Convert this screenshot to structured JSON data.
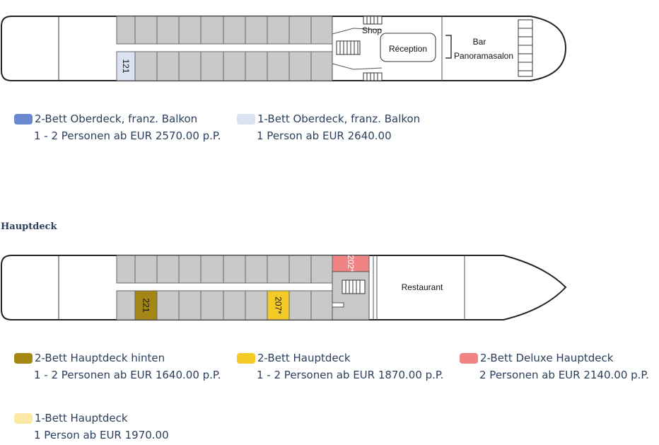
{
  "decks": {
    "upper": {
      "cabins": {
        "top": [
          "",
          "",
          "",
          "",
          "",
          "",
          "",
          "",
          "",
          ""
        ],
        "bottom": [
          "121",
          "",
          "",
          "",
          "",
          "",
          "",
          "",
          "",
          ""
        ]
      },
      "labels": {
        "shop": "Shop",
        "reception": "Réception",
        "bar": "Bar",
        "panorama": "Panoramasalon"
      }
    },
    "main": {
      "title": "Hauptdeck",
      "cabins": {
        "top": [
          "",
          "",
          "",
          "",
          "",
          "",
          "",
          "",
          "",
          "",
          "202*"
        ],
        "bottom": [
          "",
          "221",
          "",
          "",
          "",
          "",
          "",
          "207*",
          "",
          ""
        ]
      },
      "labels": {
        "restaurant": "Restaurant"
      }
    }
  },
  "legend": {
    "upper": [
      {
        "name": "2-Bett Oberdeck, franz. Balkon",
        "price": "1 - 2 Personen ab EUR 2570.00 p.P.",
        "color": "#6a88d0"
      },
      {
        "name": "1-Bett Oberdeck, franz. Balkon",
        "price": "1 Person ab EUR 2640.00",
        "color": "#dbe3f3"
      }
    ],
    "main": [
      {
        "name": "2-Bett Hauptdeck hinten",
        "price": "1 - 2 Personen ab EUR 1640.00 p.P.",
        "color": "#a38613"
      },
      {
        "name": "2-Bett Hauptdeck",
        "price": "1 - 2 Personen ab EUR 1870.00 p.P.",
        "color": "#f4cb26"
      },
      {
        "name": "2-Bett Deluxe Hauptdeck",
        "price": "2 Personen ab EUR 2140.00 p.P.",
        "color": "#f08383"
      },
      {
        "name": "1-Bett Hauptdeck",
        "price": "1 Person ab EUR 1970.00",
        "color": "#fbe9a6"
      }
    ]
  }
}
